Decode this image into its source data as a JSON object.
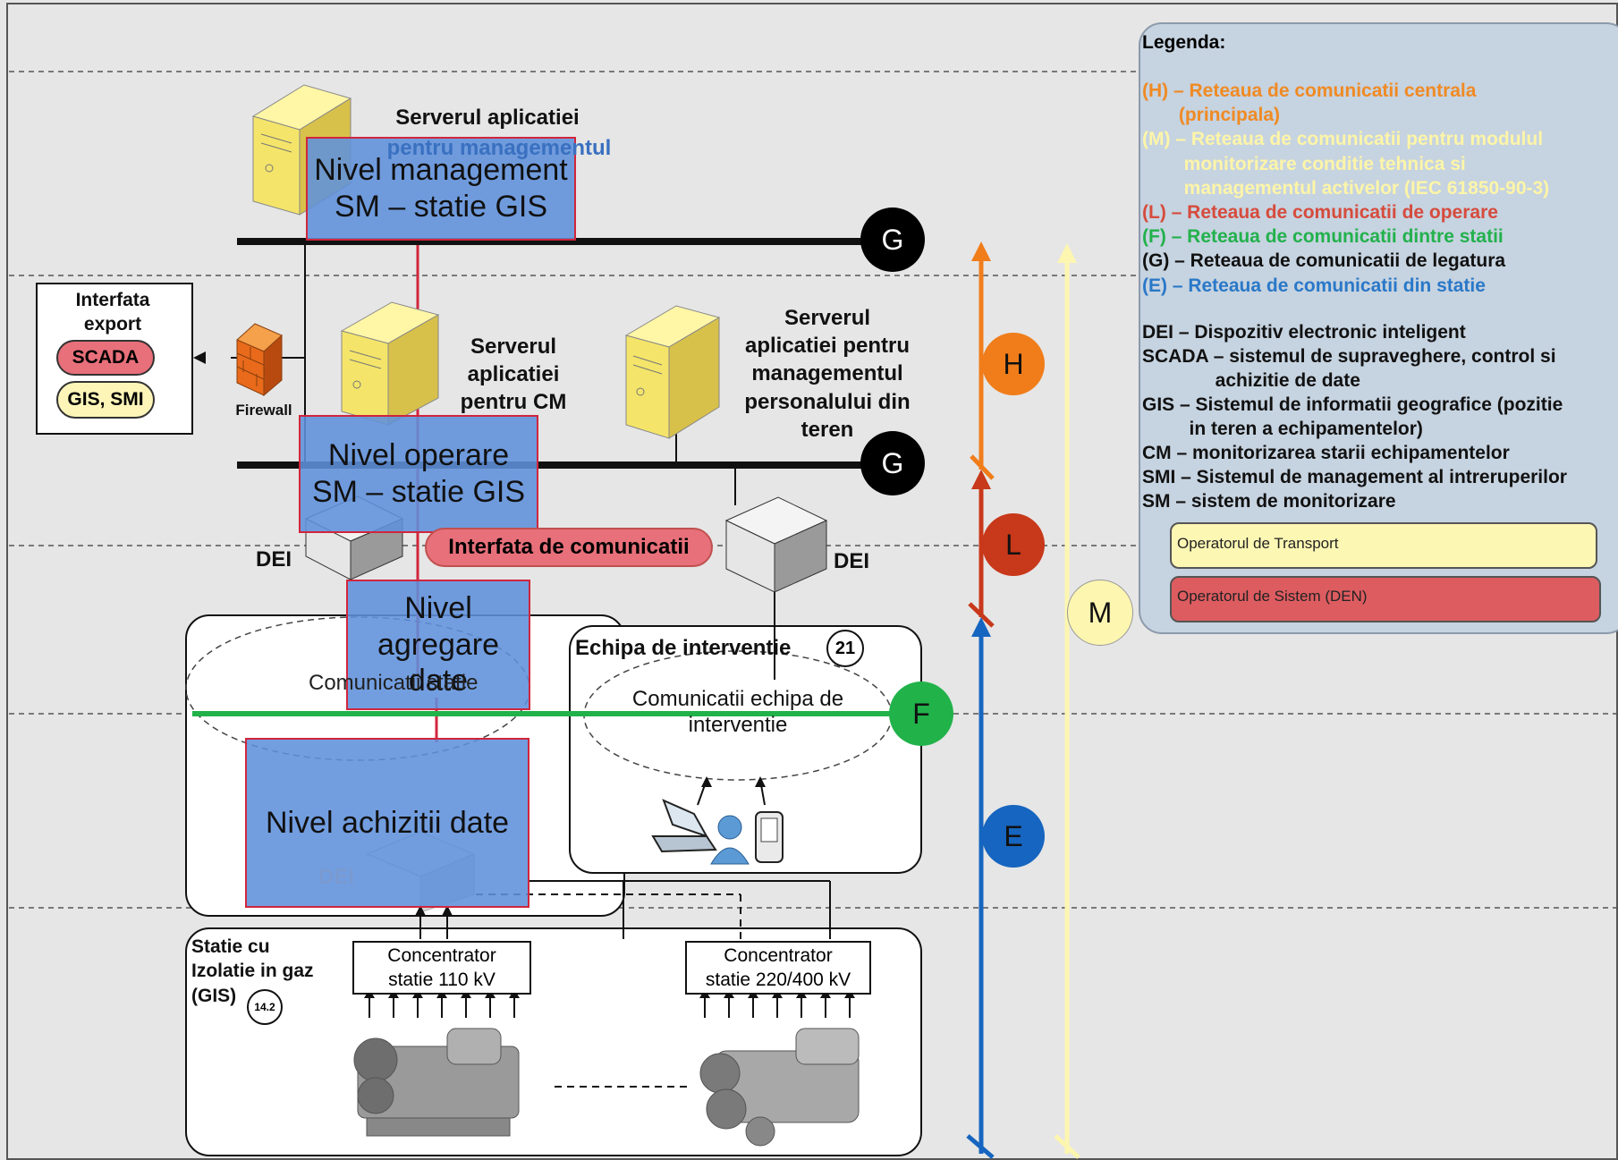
{
  "levels": {
    "management": "Nivel management\nSM – statie GIS",
    "operare": "Nivel operare\nSM – statie GIS",
    "agregare": "Nivel\nagregare\ndate",
    "achizitii": "Nivel achizitii date"
  },
  "servers": {
    "management_app": "Serverul aplicatiei",
    "management_app_hidden": "pentru managementul",
    "cm_app": "Serverul\naplicatiei\npentru CM",
    "personnel_app": "Serverul\naplicatiei pentru\nmanagementul\npersonalului din\nteren"
  },
  "export": {
    "title": "Interfata\nexport",
    "scada": "SCADA",
    "gis_smi": "GIS, SMI",
    "firewall": "Firewall"
  },
  "dei_left": "DEI",
  "dei_right": "DEI",
  "dei_hidden": "DEI",
  "comm_interface": "Interfata de comunicatii",
  "team": {
    "title": "Echipa de interventie",
    "badge": "21",
    "comm": "Comunicatii echipa de\ninterventie"
  },
  "comm_left_partial": "Comunicatii statie",
  "station": {
    "title": "Statie cu\nIzolatie in gaz\n(GIS)",
    "badge": "14.2",
    "conc_110": "Concentrator\nstatie 110 kV",
    "conc_220": "Concentrator\nstatie 220/400 kV"
  },
  "network_circles": [
    {
      "letter": "G",
      "id": "g-top"
    },
    {
      "letter": "G",
      "id": "g-mid"
    },
    {
      "letter": "H",
      "id": "h"
    },
    {
      "letter": "L",
      "id": "l"
    },
    {
      "letter": "M",
      "id": "m"
    },
    {
      "letter": "F",
      "id": "f"
    },
    {
      "letter": "E",
      "id": "e"
    }
  ],
  "legend": {
    "title": "Legenda:",
    "items": [
      {
        "text": "(H) – Reteaua de comunicatii centrala",
        "color": "#f08a24"
      },
      {
        "text": "       (principala)",
        "color": "#f08a24"
      },
      {
        "text": "(M) – Reteaua de comunicatii pentru modulul",
        "color": "#fdf5a8"
      },
      {
        "text": "        monitorizare conditie tehnica si",
        "color": "#fdf5a8"
      },
      {
        "text": "        managementul activelor (IEC 61850-90-3)",
        "color": "#fdf5a8"
      },
      {
        "text": "(L) – Reteaua de comunicatii de operare",
        "color": "#d64b3c"
      },
      {
        "text": "(F) – Reteaua de comunicatii dintre statii",
        "color": "#22b14c"
      },
      {
        "text": "(G) – Reteaua de comunicatii de legatura",
        "color": "#111111"
      },
      {
        "text": "(E) – Reteaua de comunicatii din statie",
        "color": "#2a78c8"
      }
    ],
    "abbrev": [
      "DEI – Dispozitiv electronic inteligent",
      "SCADA – sistemul de supraveghere, control si",
      "              achizitie de date",
      "GIS – Sistemul de informatii geografice (pozitie",
      "         in teren a echipamentelor)",
      "CM – monitorizarea starii echipamentelor",
      "SMI – Sistemul de management al intreruperilor",
      "SM – sistem de monitorizare"
    ],
    "operator_transport": "Operatorul de Transport",
    "operator_sistem": "Operatorul de Sistem (DEN)"
  },
  "colors": {
    "h": "#f07d1a",
    "l": "#c8381a",
    "e": "#1665c0",
    "m": "#fdf6b0",
    "f": "#21b24a",
    "level_fill": "#5f91dc",
    "level_border": "#d0263c"
  }
}
